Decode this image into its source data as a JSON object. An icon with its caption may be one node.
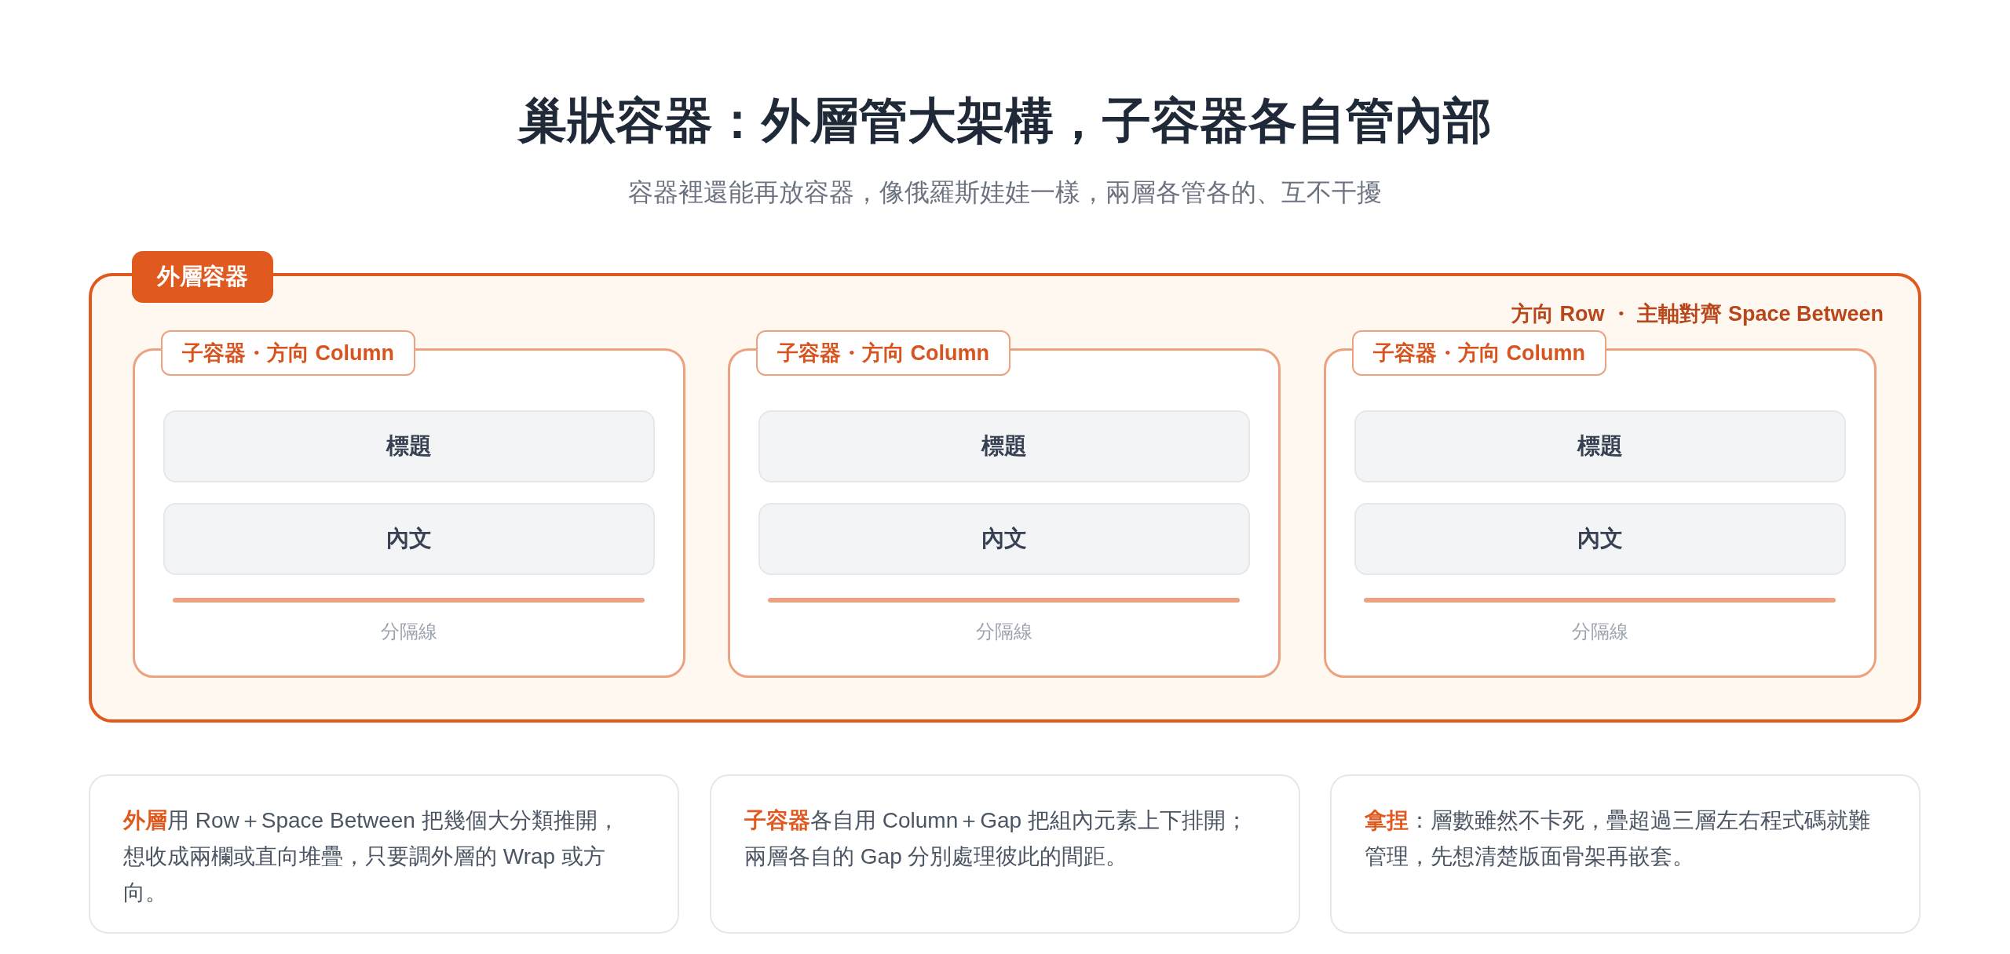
{
  "diagram": {
    "title": "巢狀容器：外層管大架構，子容器各自管內部",
    "nodes": [
      {
        "text": [
          "外層容器",
          "方向 Row ・ 主軸對齊 Space Between"
        ]
      },
      {
        "text": [
          "子容器・方向 Column"
        ],
        "in": 0
      },
      {
        "text": [
          "標題"
        ],
        "in": 1
      },
      {
        "text": [
          "內文"
        ],
        "in": 1
      },
      {
        "text": [
          "分隔線"
        ],
        "in": 1
      },
      {
        "text": [
          "子容器・方向 Column"
        ],
        "in": 0
      },
      {
        "text": [
          "標題"
        ],
        "in": 5
      },
      {
        "text": [
          "內文"
        ],
        "in": 5
      },
      {
        "text": [
          "分隔線"
        ],
        "in": 5
      },
      {
        "text": [
          "子容器・方向 Column"
        ],
        "in": 0
      },
      {
        "text": [
          "標題"
        ],
        "in": 9
      },
      {
        "text": [
          "內文"
        ],
        "in": 9
      },
      {
        "text": [
          "分隔線"
        ],
        "in": 9
      },
      {
        "text": [
          "**外層**用 Row＋Space Between 把幾個大分類推開，想收成兩欄或直向堆疊，只要調外層的 Wrap 或方向。"
        ]
      },
      {
        "text": [
          "**子容器**各自用 Column＋Gap 把組內元素上下排開；兩層各自的 Gap 分別處理彼此的間距。"
        ]
      },
      {
        "text": [
          "**拿捏**：層數雖然不卡死，疊超過三層左右程式碼就難管理，先想清楚版面骨架再嵌套。"
        ]
      }
    ],
    "labels": [
      "容器裡還能再放容器，像俄羅斯娃娃一樣，兩層各管各的、互不干擾"
    ]
  }
}
